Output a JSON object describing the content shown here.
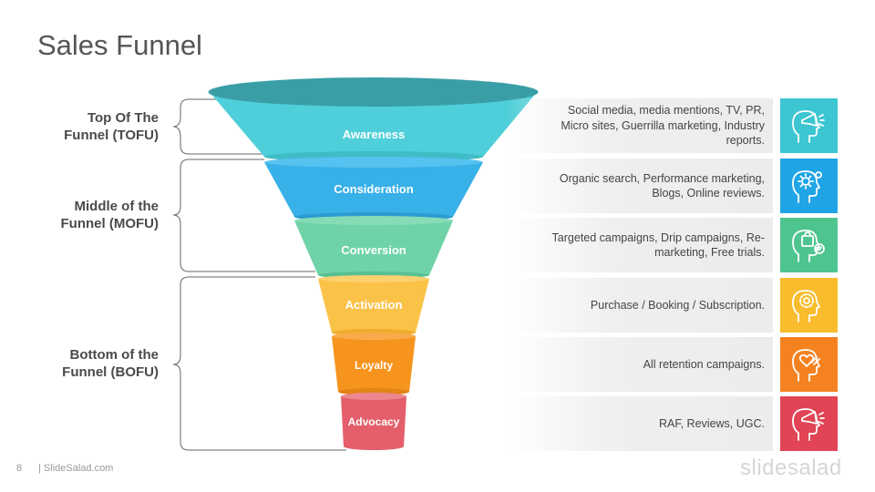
{
  "title": "Sales Funnel",
  "stages": [
    {
      "line1": "Top Of The",
      "line2": "Funnel (TOFU)"
    },
    {
      "line1": "Middle of the",
      "line2": "Funnel (MOFU)"
    },
    {
      "line1": "Bottom of the",
      "line2": "Funnel (BOFU)"
    }
  ],
  "funnel": [
    {
      "label": "Awareness",
      "color": "#4fcfd9",
      "description": "Social media, media mentions, TV, PR, Micro sites, Guerrilla marketing, Industry reports.",
      "icon": "megaphone-head-icon",
      "icon_color": "#3cc6d2"
    },
    {
      "label": "Consideration",
      "color": "#38b0e8",
      "description": "Organic search, Performance marketing, Blogs, Online reviews.",
      "icon": "gear-head-icon",
      "icon_color": "#1fa5e6"
    },
    {
      "label": "Conversion",
      "color": "#6fd3a7",
      "description": "Targeted campaigns, Drip campaigns, Re-marketing, Free trials.",
      "icon": "shopping-bag-head-icon",
      "icon_color": "#4ec58f"
    },
    {
      "label": "Activation",
      "color": "#fbc248",
      "description": "Purchase / Booking / Subscription.",
      "icon": "settings-head-icon",
      "icon_color": "#f8bc2c"
    },
    {
      "label": "Loyalty",
      "color": "#f7941d",
      "description": "All retention campaigns.",
      "icon": "heart-head-icon",
      "icon_color": "#f58220"
    },
    {
      "label": "Advocacy",
      "color": "#e45f6b",
      "description": "RAF, Reviews, UGC.",
      "icon": "megaphone-head-icon",
      "icon_color": "#e04455"
    }
  ],
  "footer": {
    "page_number": "8",
    "site": "| SlideSalad.com",
    "logo": "slidesalad"
  }
}
